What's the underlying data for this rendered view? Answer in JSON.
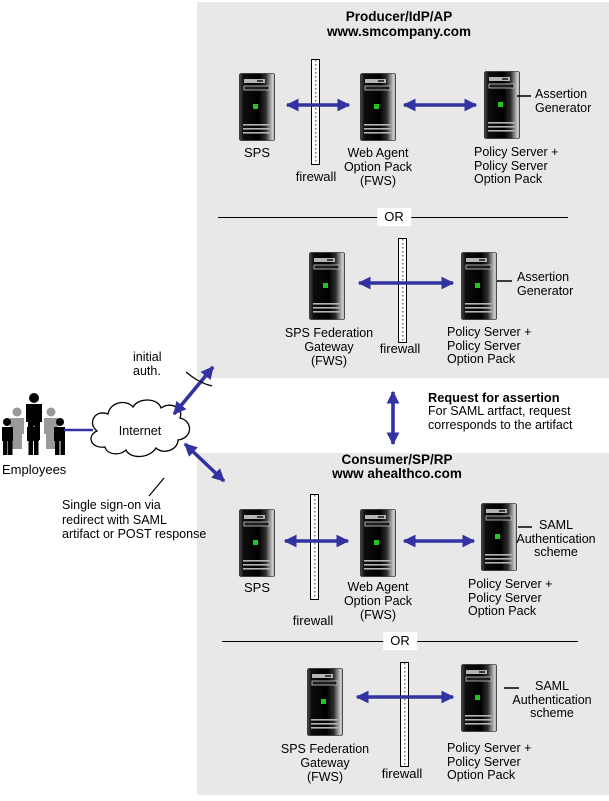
{
  "producer": {
    "title": "Producer/IdP/AP",
    "domain": "www.smcompany.com",
    "or_label": "OR",
    "row1": {
      "sps_label": "SPS",
      "firewall_label": "firewall",
      "web_agent_label": "Web Agent\nOption Pack\n(FWS)",
      "policy_label": "Policy Server +\nPolicy Server\nOption Pack",
      "annotation": "Assertion\nGenerator"
    },
    "row2": {
      "gateway_label": "SPS Federation\nGateway\n(FWS)",
      "firewall_label": "firewall",
      "policy_label": "Policy Server +\nPolicy Server\nOption Pack",
      "annotation": "Assertion\nGenerator"
    }
  },
  "middle": {
    "employees_label": "Employees",
    "internet_label": "Internet",
    "initial_auth_label": "initial\nauth.",
    "sso_label": "Single sign-on via\nredirect with SAML\nartifact or POST response",
    "request_title": "Request for assertion",
    "request_body": "For SAML artfact, request\ncorresponds to the artifact"
  },
  "consumer": {
    "title": "Consumer/SP/RP",
    "domain": "www ahealthco.com",
    "or_label": "OR",
    "row1": {
      "sps_label": "SPS",
      "firewall_label": "firewall",
      "web_agent_label": "Web Agent\nOption Pack\n(FWS)",
      "policy_label": "Policy Server +\nPolicy Server\nOption Pack",
      "annotation": "SAML\nAuthentication\nscheme"
    },
    "row2": {
      "gateway_label": "SPS Federation\nGateway\n(FWS)",
      "firewall_label": "firewall",
      "policy_label": "Policy Server +\nPolicy Server\nOption Pack",
      "annotation": "SAML\nAuthentication\nscheme"
    }
  },
  "colors": {
    "arrow_blue": "#3232A0",
    "zone_gray": "#E8E8E8",
    "led_green": "#1EC81E"
  }
}
